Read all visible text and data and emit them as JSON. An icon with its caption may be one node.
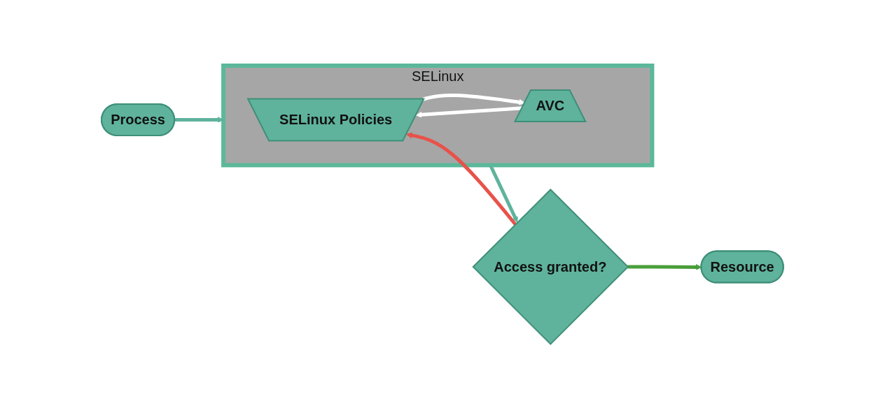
{
  "diagram": {
    "nodes": [
      {
        "text": [
          "Process"
        ]
      },
      {
        "text": [
          "SELinux"
        ]
      },
      {
        "text": [
          "SELinux Policies"
        ],
        "in": 1
      },
      {
        "text": [
          "AVC"
        ],
        "in": 1
      },
      {
        "text": [
          "Access granted?"
        ]
      },
      {
        "text": [
          "Resource"
        ]
      }
    ],
    "edges": [
      {
        "from": 0,
        "to": 1,
        "arrow": "to"
      },
      {
        "from": 3,
        "to": 2,
        "arrow": "to",
        "color": "#ffffff"
      },
      {
        "from": 2,
        "to": 3,
        "arrow": "to",
        "color": "#ffffff"
      },
      {
        "from": 1,
        "to": 4,
        "arrow": "to"
      },
      {
        "from": 4,
        "to": 2,
        "arrow": "to",
        "color": "#e8524a"
      },
      {
        "from": 4,
        "to": 5,
        "arrow": "to",
        "color": "#4a9e3a"
      }
    ]
  }
}
